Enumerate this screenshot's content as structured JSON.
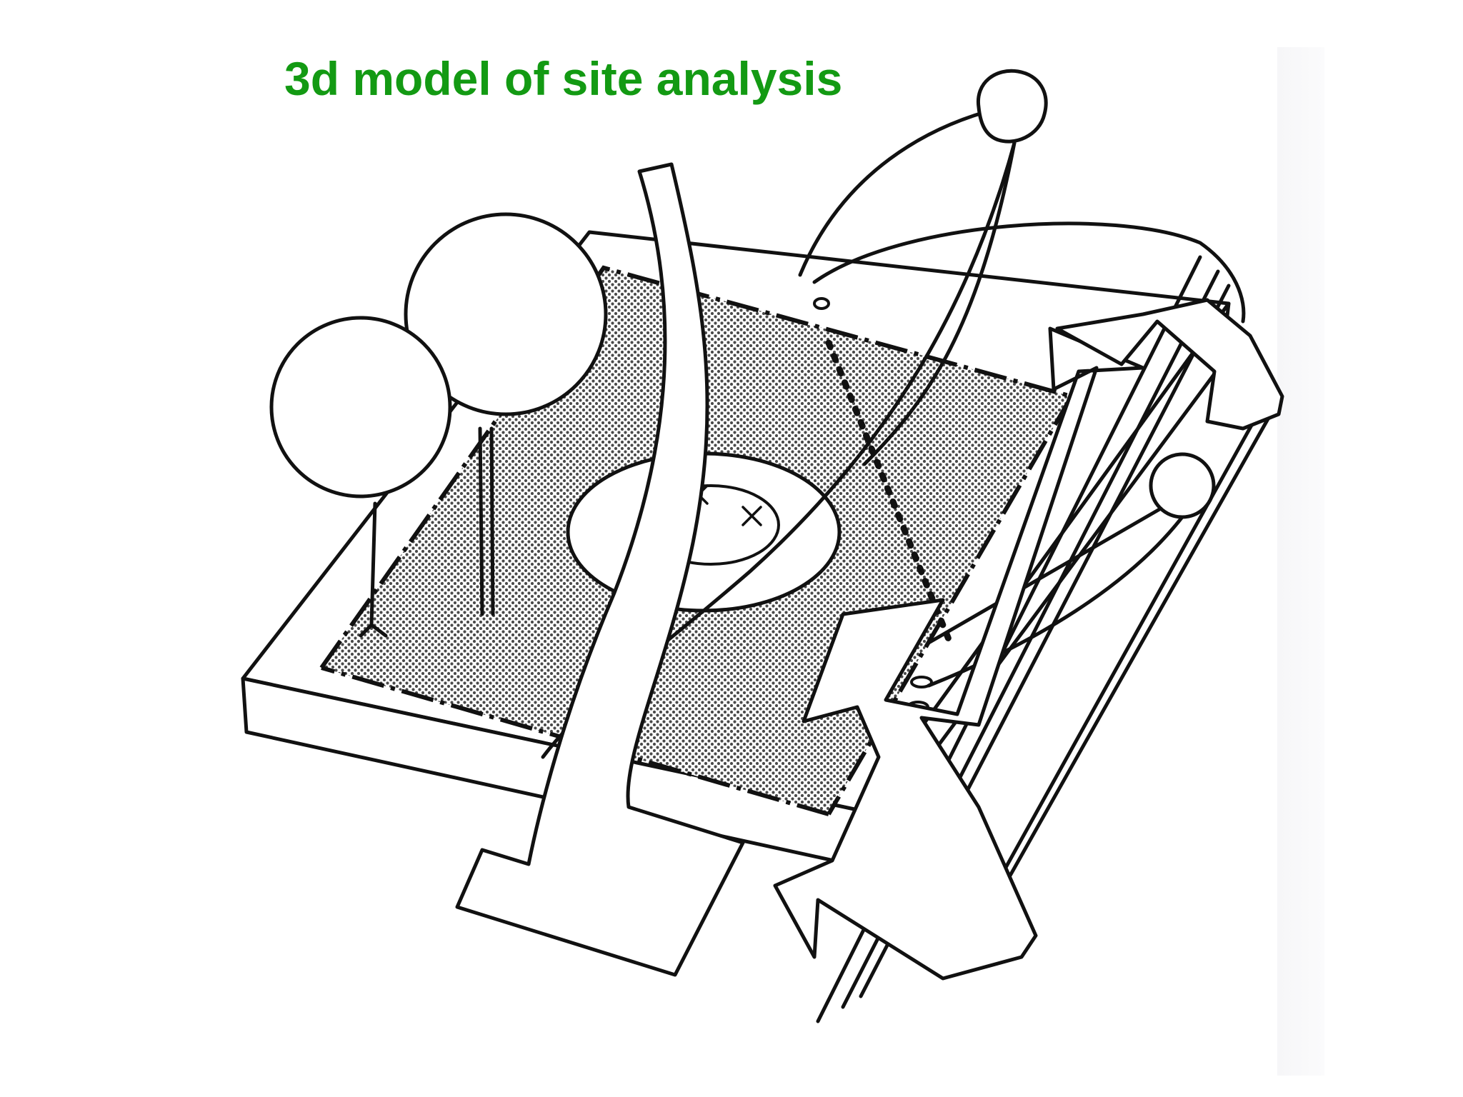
{
  "slide": {
    "title": "3d model of site analysis",
    "title_color": "#139a13"
  },
  "figure": {
    "kind": "hand-drawn 3d site analysis sketch",
    "elements": [
      "site-platform",
      "shaded-site-area",
      "tree-left",
      "tree-back",
      "sun-path-arc",
      "sun",
      "wind-arrow-left",
      "wind-arrow-right",
      "building-footprint",
      "parking-dots",
      "road",
      "sun-low"
    ]
  }
}
